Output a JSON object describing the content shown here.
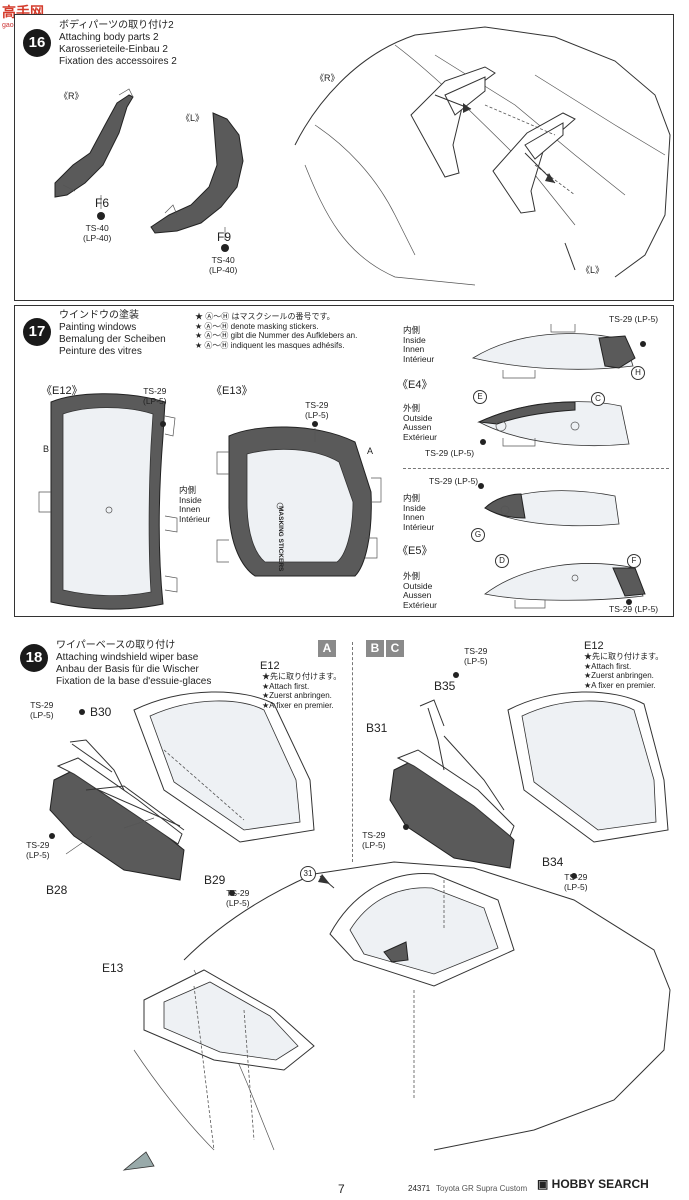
{
  "watermark_top": {
    "text": "高手网",
    "sub": "gaoshou.com"
  },
  "watermark_bottom": {
    "text": "HOBBY SEARCH"
  },
  "step16": {
    "number": "16",
    "title": [
      "ボディパーツの取り付け2",
      "Attaching body parts 2",
      "Karosserieteile-Einbau 2",
      "Fixation des accessoires 2"
    ],
    "label_r": "《R》",
    "label_l": "《L》",
    "part_f6": "F6",
    "paint_f6": [
      "TS-40",
      "(LP-40)"
    ],
    "part_f9": "F9",
    "paint_f9": [
      "TS-40",
      "(LP-40)"
    ],
    "body_r": "《R》",
    "body_l": "《L》"
  },
  "step17": {
    "number": "17",
    "title": [
      "ウインドウの塗装",
      "Painting windows",
      "Bemalung der Scheiben",
      "Peinture des vitres"
    ],
    "notes": [
      "★ Ⓐ～Ⓗ はマスクシールの番号です。",
      "★ Ⓐ～Ⓗ denote masking stickers.",
      "★ Ⓐ～Ⓗ gibt die Nummer des Aufklebers an.",
      "★ Ⓐ～Ⓗ indiquent les masques adhésifs."
    ],
    "e12": "《E12》",
    "e12_paint": [
      "TS-29",
      "(LP-5)"
    ],
    "sticker_b": "B",
    "e13": "《E13》",
    "e13_paint": [
      "TS-29",
      "(LP-5)"
    ],
    "sticker_a": "A",
    "masking_text": "MASKING STICKERS",
    "inside_mid": [
      "内側",
      "Inside",
      "Innen",
      "Intérieur"
    ],
    "inside_top": [
      "内側",
      "Inside",
      "Innen",
      "Intérieur"
    ],
    "top_paint": "TS-29 (LP-5)",
    "sticker_h": "H",
    "e4": "《E4》",
    "outside_e4": [
      "外側",
      "Outside",
      "Aussen",
      "Extérieur"
    ],
    "sticker_e": "E",
    "sticker_c": "C",
    "e4_paint": "TS-29 (LP-5)",
    "inside_e5_paint": "TS-29 (LP-5)",
    "inside_e5": [
      "内側",
      "Inside",
      "Innen",
      "Intérieur"
    ],
    "sticker_g": "G",
    "e5": "《E5》",
    "outside_e5": [
      "外側",
      "Outside",
      "Aussen",
      "Extérieur"
    ],
    "sticker_d": "D",
    "sticker_f": "F",
    "e5_paint": "TS-29 (LP-5)"
  },
  "step18": {
    "number": "18",
    "title": [
      "ワイパーベースの取り付け",
      "Attaching windshield wiper base",
      "Anbau der Basis für die Wischer",
      "Fixation de la base d'essuie-glaces"
    ],
    "badge_a": "A",
    "badge_b": "B",
    "badge_c": "C",
    "left": {
      "e12": "E12",
      "e12_notes": [
        "★先に取り付けます。",
        "★Attach first.",
        "★Zuerst anbringen.",
        "★A fixer en premier."
      ],
      "paint_b30": [
        "TS-29",
        "(LP-5)"
      ],
      "b30": "B30",
      "paint_left": [
        "TS-29",
        "(LP-5)"
      ],
      "b28": "B28",
      "b29": "B29",
      "paint_b29": [
        "TS-29",
        "(LP-5)"
      ]
    },
    "right": {
      "paint_b35": [
        "TS-29",
        "(LP-5)"
      ],
      "b35": "B35",
      "e12": "E12",
      "e12_notes": [
        "★先に取り付けます。",
        "★Attach first.",
        "★Zuerst anbringen.",
        "★A fixer en premier."
      ],
      "b31": "B31",
      "paint_left": [
        "TS-29",
        "(LP-5)"
      ],
      "b34": "B34",
      "paint_b34": [
        "TS-29",
        "(LP-5)"
      ]
    },
    "ref31": "31",
    "e13": "E13"
  },
  "footer": {
    "page": "7",
    "code": "24371",
    "product": "Toyota GR Supra Custom"
  }
}
